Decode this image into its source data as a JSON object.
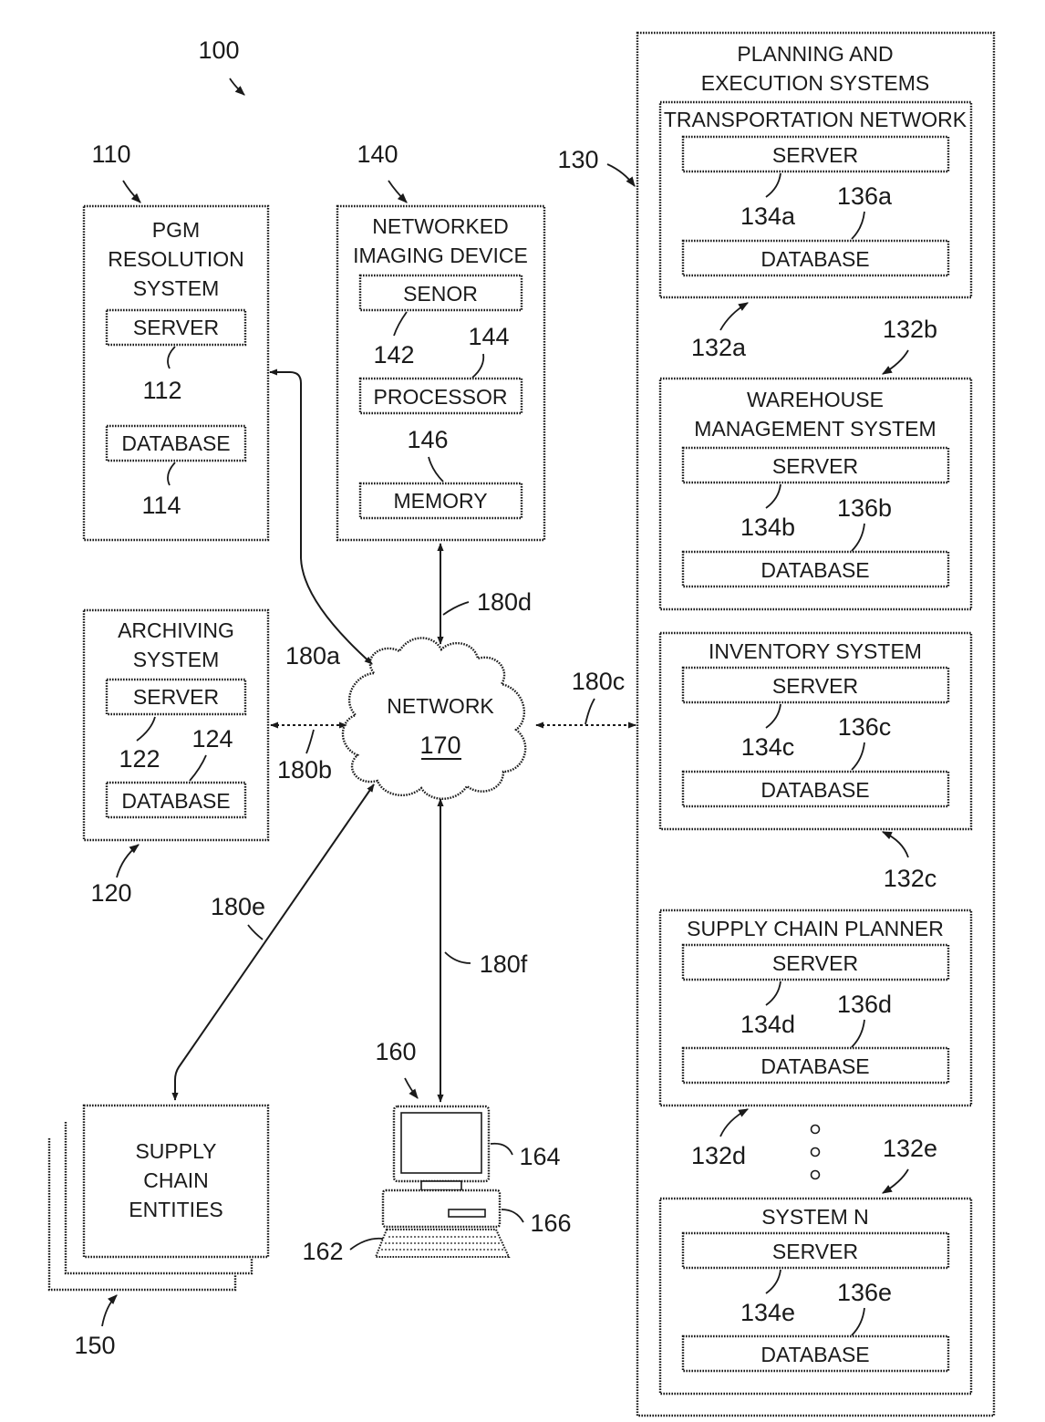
{
  "figure_ref": "100",
  "pgm": {
    "ref": "110",
    "title": [
      "PGM",
      "RESOLUTION",
      "SYSTEM"
    ],
    "server": "SERVER",
    "server_ref": "112",
    "database": "DATABASE",
    "database_ref": "114"
  },
  "imaging": {
    "ref": "140",
    "title": [
      "NETWORKED",
      "IMAGING DEVICE"
    ],
    "sensor": "SENOR",
    "sensor_ref": "142",
    "processor": "PROCESSOR",
    "processor_ref": "144",
    "memory": "MEMORY",
    "memory_ref": "146"
  },
  "archiving": {
    "ref": "120",
    "title": [
      "ARCHIVING",
      "SYSTEM"
    ],
    "server": "SERVER",
    "server_ref": "122",
    "database": "DATABASE",
    "database_ref": "124"
  },
  "network": {
    "label": "NETWORK",
    "ref": "170"
  },
  "links": {
    "a": "180a",
    "b": "180b",
    "c": "180c",
    "d": "180d",
    "e": "180e",
    "f": "180f"
  },
  "supply_chain": {
    "ref": "150",
    "title": [
      "SUPPLY",
      "CHAIN",
      "ENTITIES"
    ]
  },
  "computer": {
    "ref": "160",
    "display_ref": "164",
    "unit_ref": "166",
    "keyboard_ref": "162"
  },
  "planning": {
    "ref": "130",
    "title": [
      "PLANNING AND",
      "EXECUTION SYSTEMS"
    ],
    "systems": [
      {
        "title": [
          "TRANSPORTATION NETWORK"
        ],
        "ref": "132a",
        "server": "SERVER",
        "server_ref": "134a",
        "database": "DATABASE",
        "database_ref": "136a"
      },
      {
        "title": [
          "WAREHOUSE",
          "MANAGEMENT SYSTEM"
        ],
        "ref": "132b",
        "server": "SERVER",
        "server_ref": "134b",
        "database": "DATABASE",
        "database_ref": "136b"
      },
      {
        "title": [
          "INVENTORY SYSTEM"
        ],
        "ref": "132c",
        "server": "SERVER",
        "server_ref": "134c",
        "database": "DATABASE",
        "database_ref": "136c"
      },
      {
        "title": [
          "SUPPLY CHAIN PLANNER"
        ],
        "ref": "132d",
        "server": "SERVER",
        "server_ref": "134d",
        "database": "DATABASE",
        "database_ref": "136d"
      },
      {
        "title": [
          "SYSTEM N"
        ],
        "ref": "132e",
        "server": "SERVER",
        "server_ref": "134e",
        "database": "DATABASE",
        "database_ref": "136e"
      }
    ]
  }
}
